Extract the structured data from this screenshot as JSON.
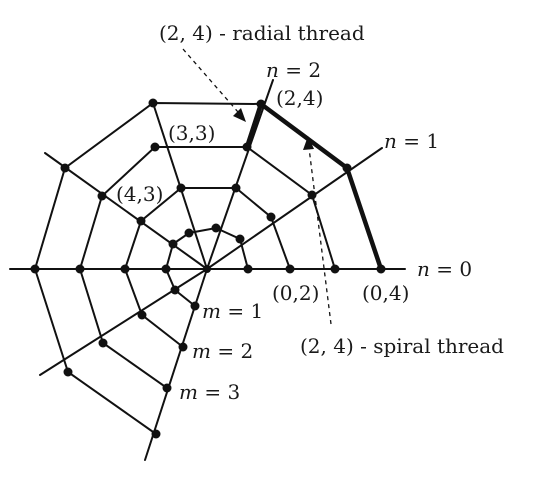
{
  "labels": {
    "radial_callout": "(2, 4) - radial thread",
    "spiral_callout": "(2, 4) - spiral thread",
    "n2": {
      "var": "n",
      "rest": " = 2"
    },
    "n1": {
      "var": "n",
      "rest": " = 1"
    },
    "n0": {
      "var": "n",
      "rest": " = 0"
    },
    "m1": {
      "var": "m",
      "rest": " = 1"
    },
    "m2": {
      "var": "m",
      "rest": " = 2"
    },
    "m3": {
      "var": "m",
      "rest": " = 3"
    },
    "p24": "(2,4)",
    "p33": "(3,3)",
    "p43": "(4,3)",
    "p02": "(0,2)",
    "p04": "(0,4)"
  }
}
